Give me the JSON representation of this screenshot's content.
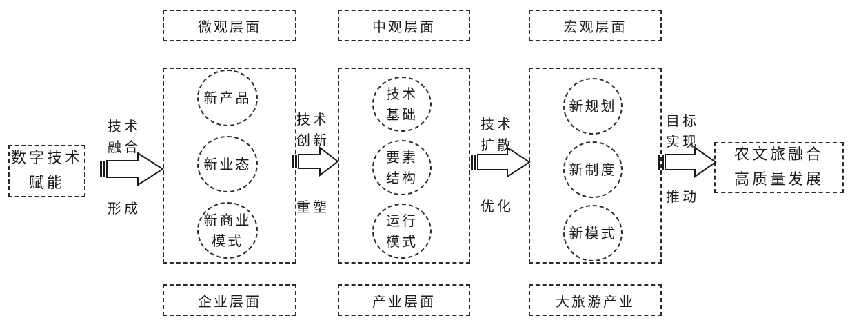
{
  "levels": {
    "micro": "微观层面",
    "meso": "中观层面",
    "macro": "宏观层面",
    "enterprise": "企业层面",
    "industry": "产业层面",
    "tourism": "大旅游产业"
  },
  "source": {
    "line1": "数字技术",
    "line2": "赋能"
  },
  "target": {
    "line1": "农文旅融合",
    "line2": "高质量发展"
  },
  "enterprise_items": [
    {
      "line1": "新产品",
      "line2": ""
    },
    {
      "line1": "新业态",
      "line2": ""
    },
    {
      "line1": "新商业",
      "line2": "模式"
    }
  ],
  "industry_items": [
    {
      "line1": "技术",
      "line2": "基础"
    },
    {
      "line1": "要素",
      "line2": "结构"
    },
    {
      "line1": "运行",
      "line2": "模式"
    }
  ],
  "macro_items": [
    {
      "line1": "新规划",
      "line2": ""
    },
    {
      "line1": "新制度",
      "line2": ""
    },
    {
      "line1": "新模式",
      "line2": ""
    }
  ],
  "arrows": [
    {
      "top1": "技术",
      "top2": "融合",
      "bottom": "形成"
    },
    {
      "top1": "技术",
      "top2": "创新",
      "bottom": "重塑"
    },
    {
      "top1": "技术",
      "top2": "扩散",
      "bottom": "优化"
    },
    {
      "top1": "目标",
      "top2": "实现",
      "bottom": "推动"
    }
  ]
}
